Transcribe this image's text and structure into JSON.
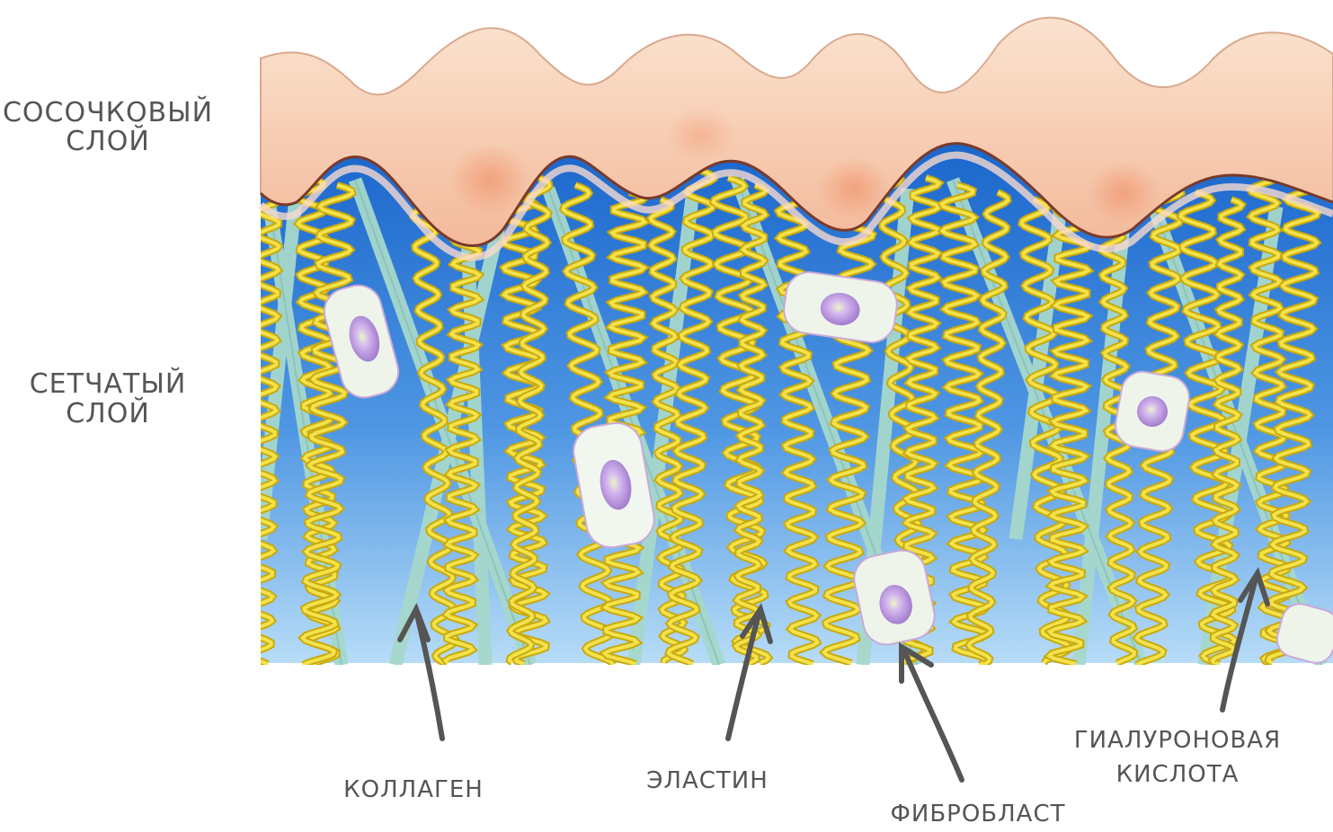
{
  "layers": {
    "papillary": {
      "line1": "СОСОЧКОВЫЙ",
      "line2": "СЛОЙ"
    },
    "reticular": {
      "line1": "СЕТЧАТЫЙ",
      "line2": "СЛОЙ"
    }
  },
  "callouts": {
    "collagen": "КОЛЛАГЕН",
    "elastin": "ЭЛАСТИН",
    "fibroblast": "ФИБРОБЛАСТ",
    "hyaluronic_line1": "ГИАЛУРОНОВАЯ",
    "hyaluronic_line2": "КИСЛОТА"
  },
  "colors": {
    "epidermis": "#f4c7a8",
    "epidermis_dark": "#ee9f7c",
    "dermis_top": "#1f6fd1",
    "dermis_bottom": "#a9d3f5",
    "collagen": "#a9d9cf",
    "elastin": "#e8cf2a",
    "cell": "#f3f7ef",
    "nucleus": "#c8a6e8",
    "arrow": "#555555"
  }
}
